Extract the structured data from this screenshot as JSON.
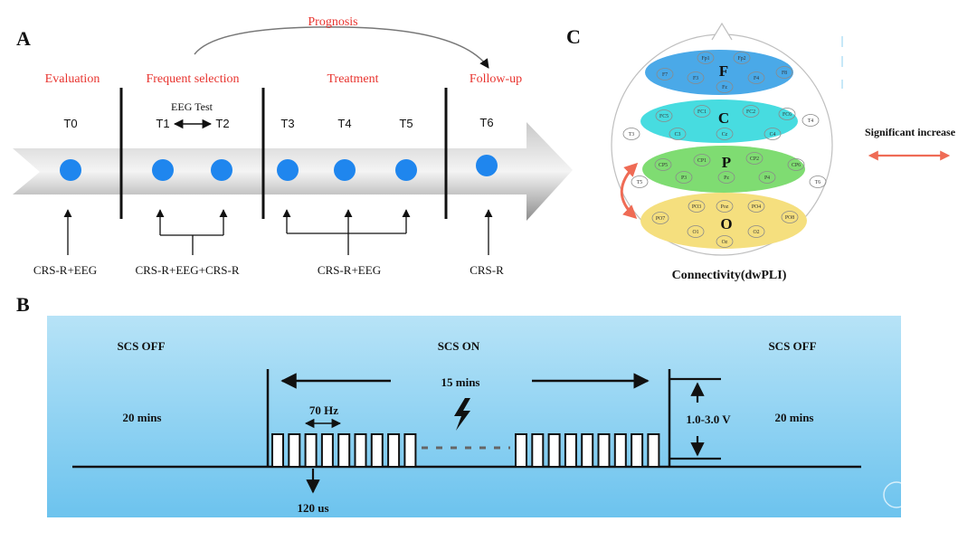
{
  "panels": {
    "a_label": "A",
    "b_label": "B",
    "c_label": "C"
  },
  "colors": {
    "phase_red": "#e8342f",
    "dot_blue": "#1f86ee",
    "sig_arrow": "#ef6b55"
  },
  "panel_a": {
    "prognosis": "Prognosis",
    "phases": [
      "Evaluation",
      "Frequent selection",
      "Treatment",
      "Follow-up"
    ],
    "eeg_test": "EEG Test",
    "timepoints": [
      "T0",
      "T1",
      "T2",
      "T3",
      "T4",
      "T5",
      "T6"
    ],
    "measures": [
      "CRS-R+EEG",
      "CRS-R+EEG+CRS-R",
      "CRS-R+EEG",
      "CRS-R"
    ]
  },
  "panel_b": {
    "scs_off_left": "SCS OFF",
    "scs_on": "SCS ON",
    "scs_off_right": "SCS OFF",
    "duration_left": "20 mins",
    "duration_on": "15 mins",
    "duration_right": "20 mins",
    "frequency": "70 Hz",
    "voltage": "1.0-3.0 V",
    "pulse_width": "120 us"
  },
  "panel_c": {
    "regions": [
      "F",
      "C",
      "P",
      "O"
    ],
    "electrodes_f": [
      "Fp1",
      "Fp2",
      "F7",
      "F3",
      "Fz",
      "F4",
      "F8"
    ],
    "electrodes_c": [
      "FC5",
      "FC1",
      "FC2",
      "FC6",
      "C3",
      "Cz",
      "C4",
      "T3",
      "T4"
    ],
    "electrodes_p": [
      "CP5",
      "CP1",
      "CP2",
      "CP6",
      "P3",
      "Pz",
      "P4",
      "T5",
      "T6"
    ],
    "electrodes_o": [
      "PO7",
      "PO3",
      "Poz",
      "PO4",
      "PO8",
      "O1",
      "Oz",
      "O2"
    ],
    "caption": "Connectivity(dwPLI)",
    "legend": "Significant increase"
  }
}
